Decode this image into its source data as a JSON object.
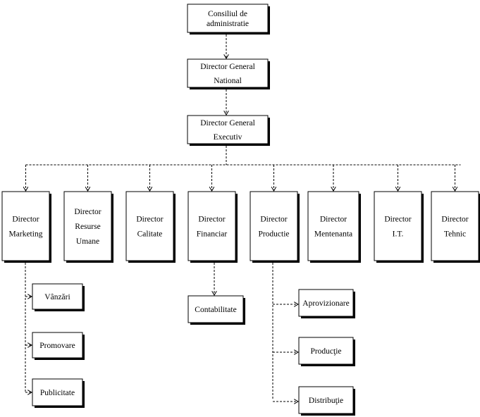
{
  "org_chart": {
    "top": {
      "board": {
        "lines": [
          "Consiliul de",
          "administratie"
        ]
      },
      "dg_national": {
        "lines": [
          "Director General",
          "National"
        ]
      },
      "dg_executiv": {
        "lines": [
          "Director General",
          "Executiv"
        ]
      }
    },
    "directors": [
      {
        "id": "marketing",
        "lines": [
          "Director",
          "Marketing"
        ]
      },
      {
        "id": "resurse-umane",
        "lines": [
          "Director",
          "Resurse",
          "Umane"
        ]
      },
      {
        "id": "calitate",
        "lines": [
          "Director",
          "Calitate"
        ]
      },
      {
        "id": "financiar",
        "lines": [
          "Director",
          "Financiar"
        ]
      },
      {
        "id": "productie",
        "lines": [
          "Director",
          "Productie"
        ]
      },
      {
        "id": "mentenanta",
        "lines": [
          "Director",
          "Mentenanta"
        ]
      },
      {
        "id": "it",
        "lines": [
          "Director",
          "I.T."
        ]
      },
      {
        "id": "tehnic",
        "lines": [
          "Director",
          "Tehnic"
        ]
      }
    ],
    "departments": {
      "marketing": [
        {
          "id": "vanzari",
          "lines": [
            "Vânzări"
          ]
        },
        {
          "id": "promovare",
          "lines": [
            "Promovare"
          ]
        },
        {
          "id": "publicitate",
          "lines": [
            "Publicitate"
          ]
        }
      ],
      "financiar": [
        {
          "id": "contabilitate",
          "lines": [
            "Contabilitate"
          ]
        }
      ],
      "productie": [
        {
          "id": "aprovizionare",
          "lines": [
            "Aprovizionare"
          ]
        },
        {
          "id": "productie-dept",
          "lines": [
            "Producţie"
          ]
        },
        {
          "id": "distributie",
          "lines": [
            "Distribuţie"
          ]
        }
      ]
    }
  }
}
